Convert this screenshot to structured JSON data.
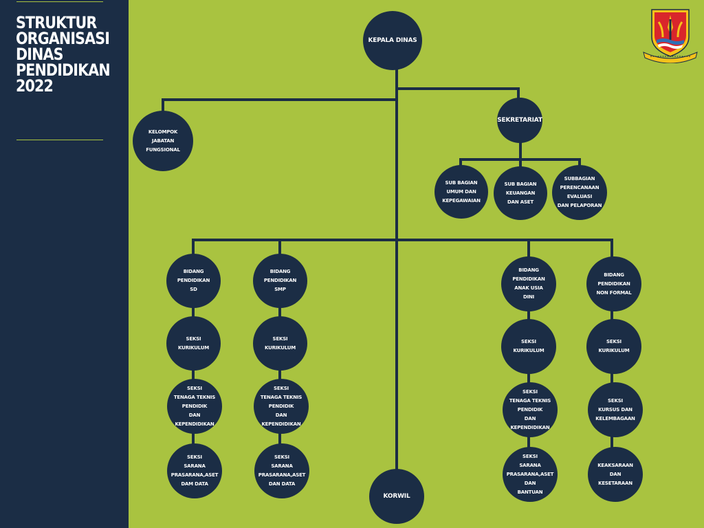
{
  "sidebar": {
    "title_lines": [
      "STRUKTUR",
      "ORGANISASI",
      "DINAS",
      "PENDIDIKAN",
      "2022"
    ]
  },
  "colors": {
    "background": "#a9c340",
    "navy": "#1b2d45",
    "white": "#ffffff"
  },
  "logo": {
    "icon": "regional-emblem-icon"
  },
  "nodes": {
    "kepala_dinas": "KEPALA DINAS",
    "kelompok_jabatan": "KELOMPOK JABATAN\nFUNGSIONAL",
    "sekretariat": "SEKRETARIAT",
    "sub_umum": "SUB BAGIAN UMUM DAN\nKEPEGAWAIAN",
    "sub_keuangan": "SUB BAGIAN KEUANGAN\nDAN ASET",
    "sub_perencanaan": "SUBBAGIAN\nPERENCANAAN EVALUASI\nDAN PELAPORAN",
    "bidang_sd": "BIDANG\nPENDIDIKAN\nSD",
    "bidang_smp": "BIDANG\nPENDIDIKAN\nSMP",
    "bidang_paud": "BIDANG\nPENDIDIKAN ANAK USIA\nDINI",
    "bidang_nonformal": "BIDANG\nPENDIDIKAN\nNON FORMAL",
    "sd_kurikulum": "SEKSI\nKURIKULUM",
    "smp_kurikulum": "SEKSI\nKURIKULUM",
    "paud_kurikulum": "SEKSI\nKURIKULUM",
    "nf_kurikulum": "SEKSI\nKURIKULUM",
    "sd_tenaga": "SEKSI\nTENAGA TEKNIS PENDIDIK\nDAN KEPENDIDIKAN",
    "smp_tenaga": "SEKSI\nTENAGA TEKNIS PENDIDIK\nDAN KEPENDIDIKAN",
    "paud_tenaga": "SEKSI\nTENAGA TEKNIS PENDIDIK\nDAN KEPENDIDIKAN",
    "nf_kursus": "SEKSI\nKURSUS DAN\nKELEMBAGAAN",
    "sd_sarana": "SEKSI\nSARANA PRASARANA,ASET\nDAM DATA",
    "smp_sarana": "SEKSI\nSARANA PRASARANA,ASET\nDAN DATA",
    "paud_sarana": "SEKSI\nSARANA\nPRASARANA,ASET DAN\nBANTUAN",
    "nf_keaksaraan": "KEAKSARAAN DAN\nKESETARAAN",
    "korwil": "KORWIL"
  }
}
